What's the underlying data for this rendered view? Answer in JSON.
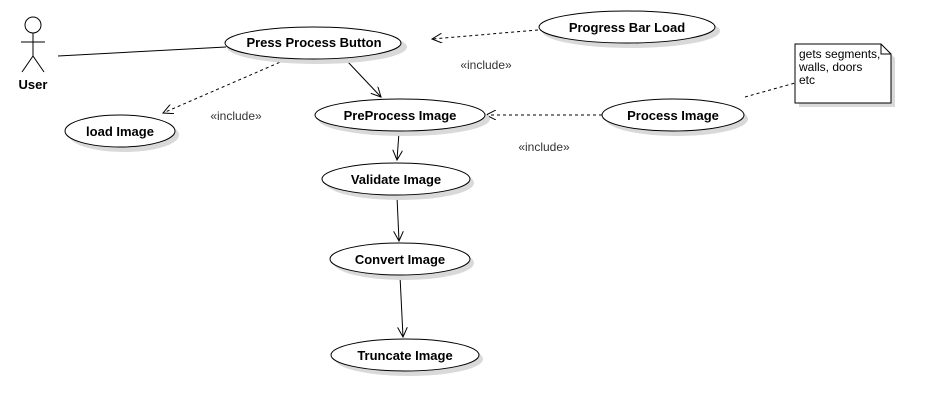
{
  "actor": {
    "label": "User"
  },
  "usecases": {
    "press_process": "Press Process Button",
    "progress_bar": "Progress Bar Load",
    "load_image": "load Image",
    "preprocess": "PreProcess Image",
    "process": "Process Image",
    "validate": "Validate Image",
    "convert": "Convert Image",
    "truncate": "Truncate Image"
  },
  "stereotypes": {
    "include_progress": "«include»",
    "include_load": "«include»",
    "include_process": "«include»"
  },
  "note": {
    "lines": [
      "gets segments,",
      "walls, doors",
      "etc"
    ]
  },
  "colors": {
    "stroke": "#000000",
    "shadow": "#d9d9d9",
    "fill": "#ffffff"
  }
}
